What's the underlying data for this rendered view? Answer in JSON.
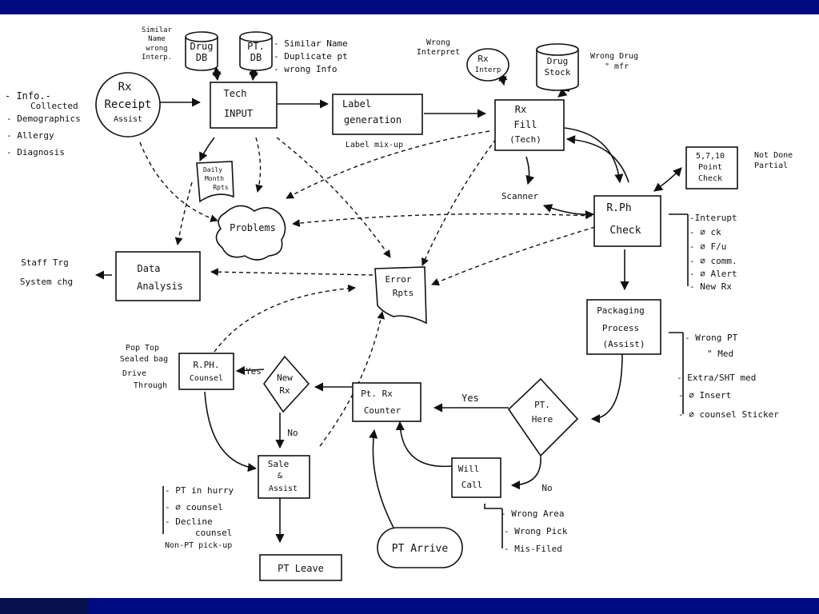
{
  "slide": {
    "colors": {
      "bar": "#000a80",
      "bar_dark": "#070f4d",
      "ink": "#111111"
    }
  },
  "diagram": {
    "drug_db": [
      "Drug",
      "DB"
    ],
    "pt_db": [
      "PT.",
      "DB"
    ],
    "drug_db_note": [
      "Similar",
      "Name",
      "wrong",
      "Interp."
    ],
    "pt_db_note": [
      "- Similar Name",
      "- Duplicate pt",
      "- wrong Info"
    ],
    "rx_receipt": [
      "Rx",
      "Receipt",
      "Assist"
    ],
    "info_list": [
      "- Info.-",
      "Collected",
      "- Demographics",
      "- Allergy",
      "- Diagnosis"
    ],
    "tech_input": [
      "Tech",
      "INPUT"
    ],
    "label_generation": [
      "Label",
      "generation"
    ],
    "label_mixup": "Label mix-up",
    "wrong_interpret": [
      "Wrong",
      "Interpret"
    ],
    "rx_interp": [
      "Rx",
      "Interp"
    ],
    "drug_stock": [
      "Drug",
      "Stock"
    ],
    "wrong_drug": [
      "Wrong Drug",
      "\"      mfr"
    ],
    "rx_fill": [
      "Rx",
      "Fill",
      "(Tech)"
    ],
    "daily_rpts": [
      "Daily",
      "Month",
      "Rpts"
    ],
    "problems": "Problems",
    "scanner": "Scanner",
    "point_check": [
      "5,7,10",
      "Point",
      "Check"
    ],
    "not_done": [
      "Not Done",
      "Partial"
    ],
    "rph_check": [
      "R.Ph",
      "Check"
    ],
    "rph_check_list": [
      "-Interupt",
      "- ∅ ck",
      "- ∅ F/u",
      "- ∅ comm.",
      "- ∅ Alert",
      "- New Rx"
    ],
    "staff_trg": [
      "Staff Trg",
      "System chg"
    ],
    "data_analysis": [
      "Data",
      "Analysis"
    ],
    "error_rpts": [
      "Error",
      "Rpts"
    ],
    "packaging": [
      "Packaging",
      "Process",
      "(Assist)"
    ],
    "packaging_list": [
      "- Wrong PT",
      "\"     Med",
      "- Extra/SHT med",
      "- ∅ Insert",
      "- ∅ counsel Sticker"
    ],
    "pop_top": [
      "Pop Top",
      "Sealed bag",
      "Drive",
      "Through"
    ],
    "rph_counsel": [
      "R.PH.",
      "Counsel"
    ],
    "new_rx": [
      "New",
      "Rx"
    ],
    "pt_rx_counter": [
      "Pt. Rx",
      "Counter"
    ],
    "pt_here": [
      "PT.",
      "Here"
    ],
    "yes": "Yes",
    "no": "No",
    "sale_assist": [
      "Sale",
      "&",
      "Assist"
    ],
    "will_call": [
      "Will",
      "Call"
    ],
    "will_call_list": [
      "- Wrong Area",
      "- Wrong Pick",
      "- Mis-Filed"
    ],
    "sale_list": [
      "- PT in hurry",
      "- ∅ counsel",
      "- Decline",
      "counsel",
      "Non-PT pick-up"
    ],
    "pt_leave": "PT Leave",
    "pt_arrive": "PT Arrive"
  }
}
